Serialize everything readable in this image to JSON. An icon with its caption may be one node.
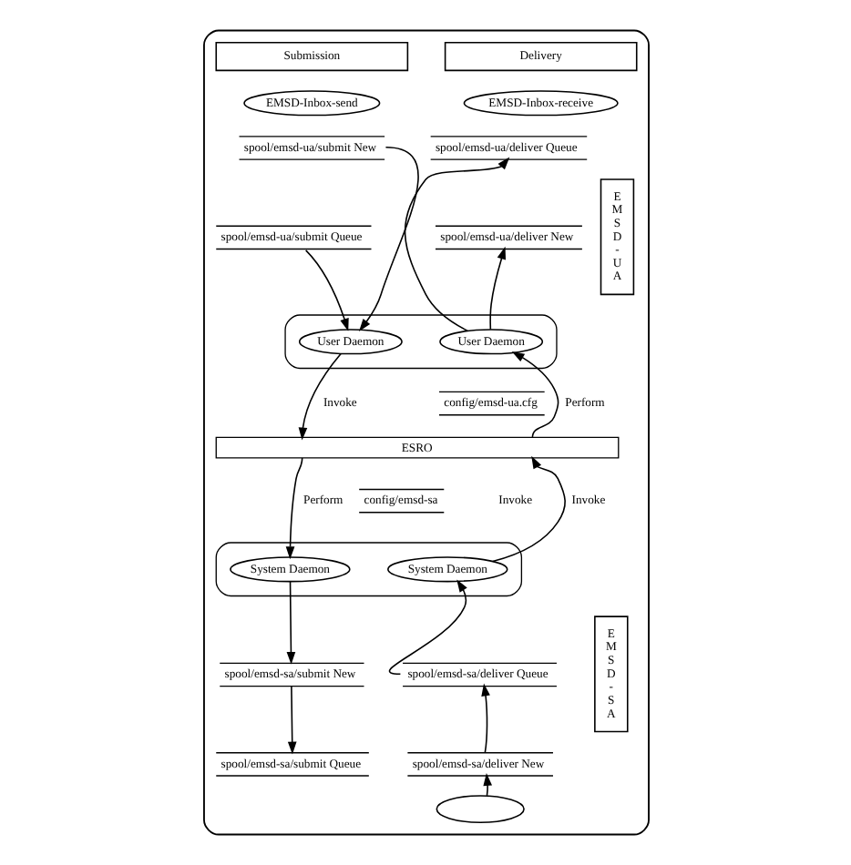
{
  "diagram": {
    "nodes": [
      {
        "text": [],
        "shape": "box"
      },
      {
        "text": [
          "Submission"
        ],
        "in": 0
      },
      {
        "text": [
          "Delivery"
        ],
        "in": 0
      },
      {
        "text": [
          "E M S D - U A"
        ],
        "in": 0
      },
      {
        "text": [
          "EMSD-Inbox-send"
        ],
        "in": 0
      },
      {
        "text": [
          "EMSD-Inbox-receive"
        ],
        "in": 0
      },
      {
        "text": [
          "spool/emsd-ua/submit New"
        ],
        "in": 0
      },
      {
        "text": [
          "spool/emsd-ua/deliver Queue"
        ],
        "in": 0
      },
      {
        "text": [
          "spool/emsd-ua/submit Queue"
        ],
        "in": 0
      },
      {
        "text": [
          "spool/emsd-ua/deliver New"
        ],
        "in": 0
      },
      {
        "text": [],
        "shape": "ellipse",
        "in": 0
      },
      {
        "text": [
          "User Daemon"
        ],
        "in": 10
      },
      {
        "text": [
          "User Daemon"
        ],
        "in": 10
      },
      {
        "text": [
          "config/emsd-ua.cfg"
        ],
        "in": 0
      },
      {
        "text": [
          "ESRO"
        ],
        "in": 0
      },
      {
        "text": [
          "config/emsd-sa"
        ],
        "in": 0
      },
      {
        "text": [
          "E M S D - S A"
        ],
        "in": 0
      },
      {
        "text": [],
        "shape": "ellipse",
        "in": 0
      },
      {
        "text": [
          "System Daemon"
        ],
        "in": 17
      },
      {
        "text": [
          "System Daemon"
        ],
        "in": 17
      },
      {
        "text": [
          "spool/emsd-sa/submit New"
        ],
        "in": 0
      },
      {
        "text": [
          "spool/emsd-sa/deliver Queue"
        ],
        "in": 0
      },
      {
        "text": [
          "spool/emsd-sa/submit Queue"
        ],
        "in": 0
      },
      {
        "text": [
          "spool/emsd-sa/deliver New"
        ],
        "in": 0
      },
      {
        "text": [],
        "shape": "ellipse",
        "in": 0
      }
    ],
    "edges": [
      {
        "from": 6,
        "to": 11,
        "arrow": "to"
      },
      {
        "from": 8,
        "to": 11,
        "arrow": "to"
      },
      {
        "from": 11,
        "to": 14,
        "arrow": "to",
        "label": "Invoke"
      },
      {
        "from": 14,
        "to": 12,
        "arrow": "to",
        "label": "Perform"
      },
      {
        "from": 12,
        "to": 7,
        "arrow": "to"
      },
      {
        "from": 12,
        "to": 9,
        "arrow": "to"
      },
      {
        "from": 14,
        "to": 19,
        "arrow": "to",
        "label": "Perform"
      },
      {
        "from": 18,
        "to": 14,
        "arrow": "to",
        "label": "Invoke"
      },
      {
        "from": 19,
        "to": 20,
        "arrow": "to"
      },
      {
        "from": 20,
        "to": 22,
        "arrow": "to"
      },
      {
        "from": 21,
        "to": 18,
        "arrow": "to"
      },
      {
        "from": 23,
        "to": 21,
        "arrow": "to"
      },
      {
        "from": 24,
        "to": 23,
        "arrow": "to"
      }
    ],
    "labels": [
      "Invoke"
    ]
  }
}
